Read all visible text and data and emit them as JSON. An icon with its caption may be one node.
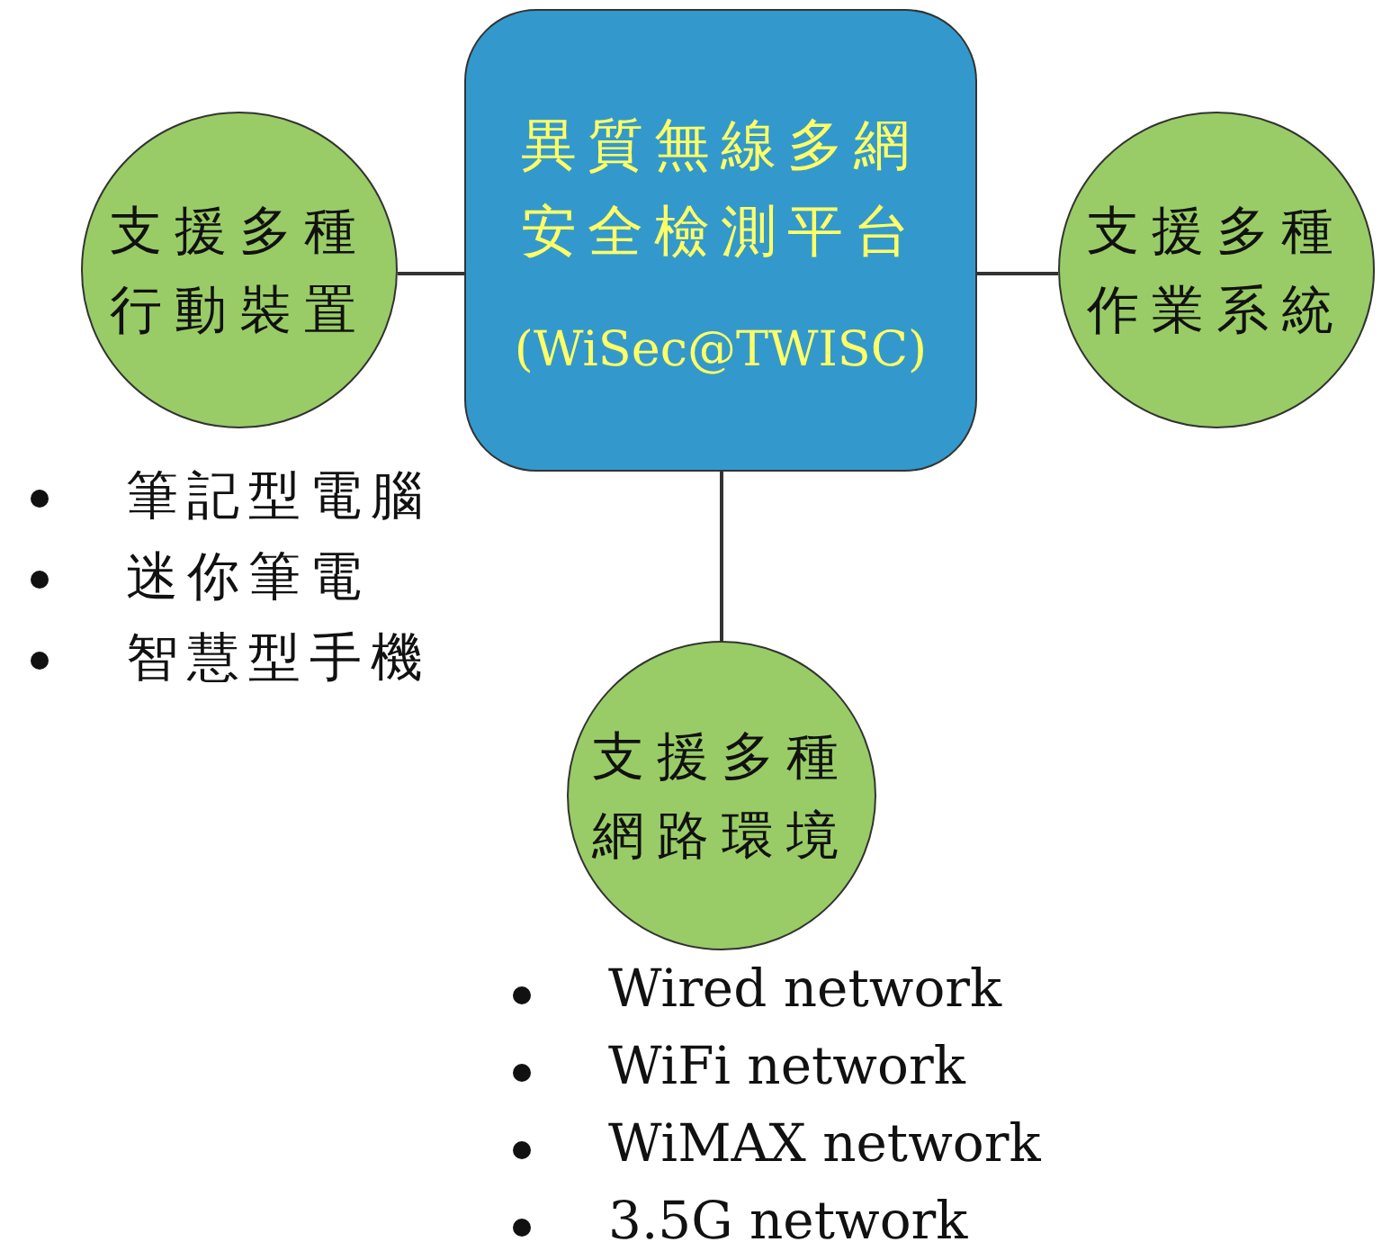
{
  "diagram": {
    "nodes": [
      {
        "text": [
          "異質無線多網安全檢測平台",
          "(WiSec@TWISC)"
        ]
      },
      {
        "text": [
          "支援多種行動裝置"
        ]
      },
      {
        "text": [
          "支援多種作業系統"
        ]
      },
      {
        "text": [
          "支援多種網路環境"
        ]
      }
    ],
    "edges": [
      {
        "from": 0,
        "to": 1,
        "arrow": "none"
      },
      {
        "from": 0,
        "to": 2,
        "arrow": "none"
      },
      {
        "from": 0,
        "to": 3,
        "arrow": "none"
      }
    ],
    "labels": [
      "筆記型電腦",
      "迷你筆電",
      "智慧型手機",
      "Wired network",
      "WiFi network",
      "WiMAX network",
      "3.5G network"
    ]
  }
}
